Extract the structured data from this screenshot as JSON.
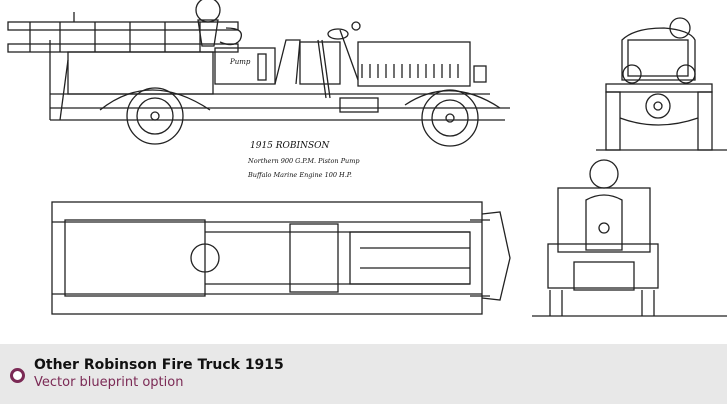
{
  "blueprint": {
    "notes": {
      "line1": "1915   ROBINSON",
      "line2": "Northern   900 G.P.M.  Piston Pump",
      "line3": "Buffalo Marine Engine   100 H.P.",
      "pump_label": "Pump"
    }
  },
  "caption": {
    "title": "Other Robinson Fire Truck 1915",
    "subtitle": "Vector blueprint option",
    "accent": "#7b2a55"
  }
}
